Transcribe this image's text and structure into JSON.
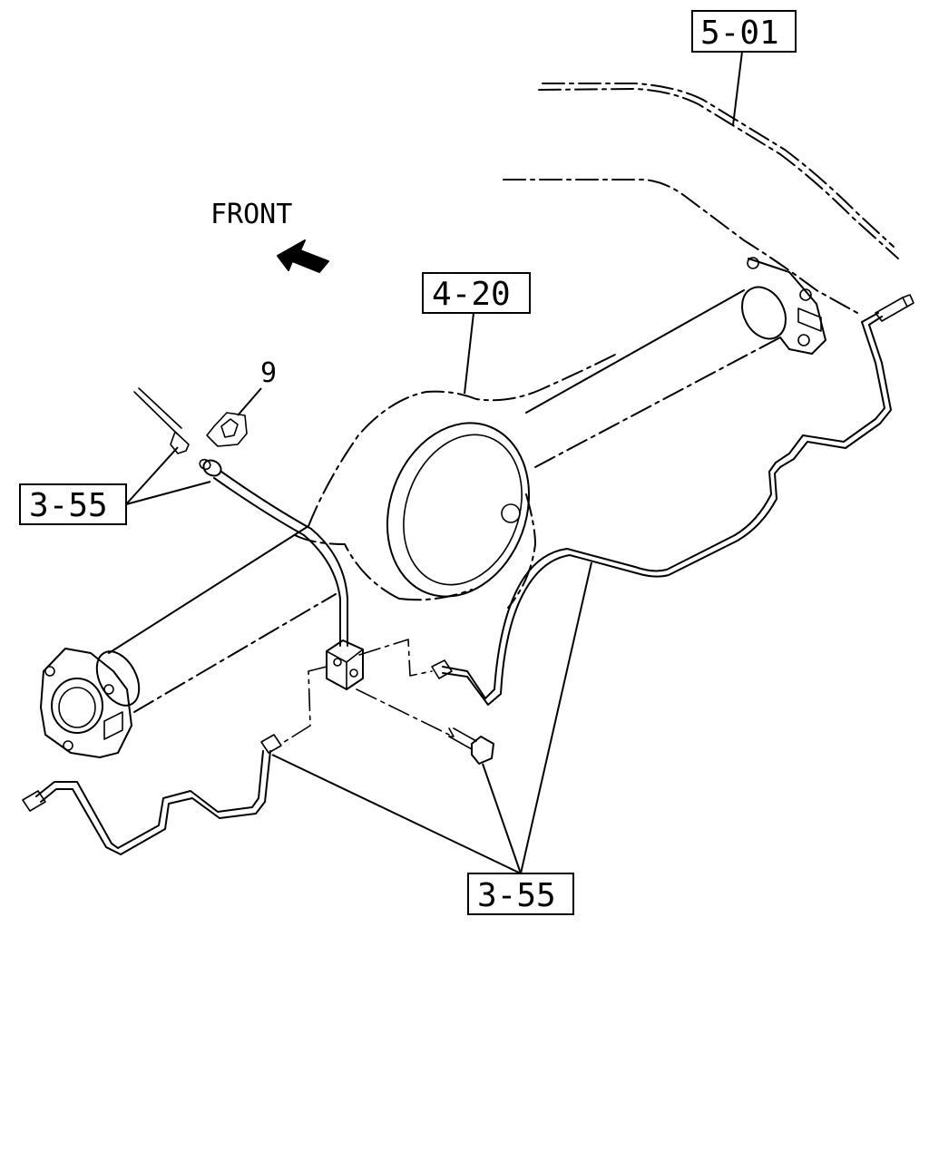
{
  "labels": {
    "front": "FRONT",
    "clip_ref": "9"
  },
  "callouts": {
    "frame": "5-01",
    "axle": "4-20",
    "brake_pipe_left": "3-55",
    "brake_pipe_bottom": "3-55"
  },
  "icons": {
    "front_arrow": "arrow-up-left-icon"
  }
}
